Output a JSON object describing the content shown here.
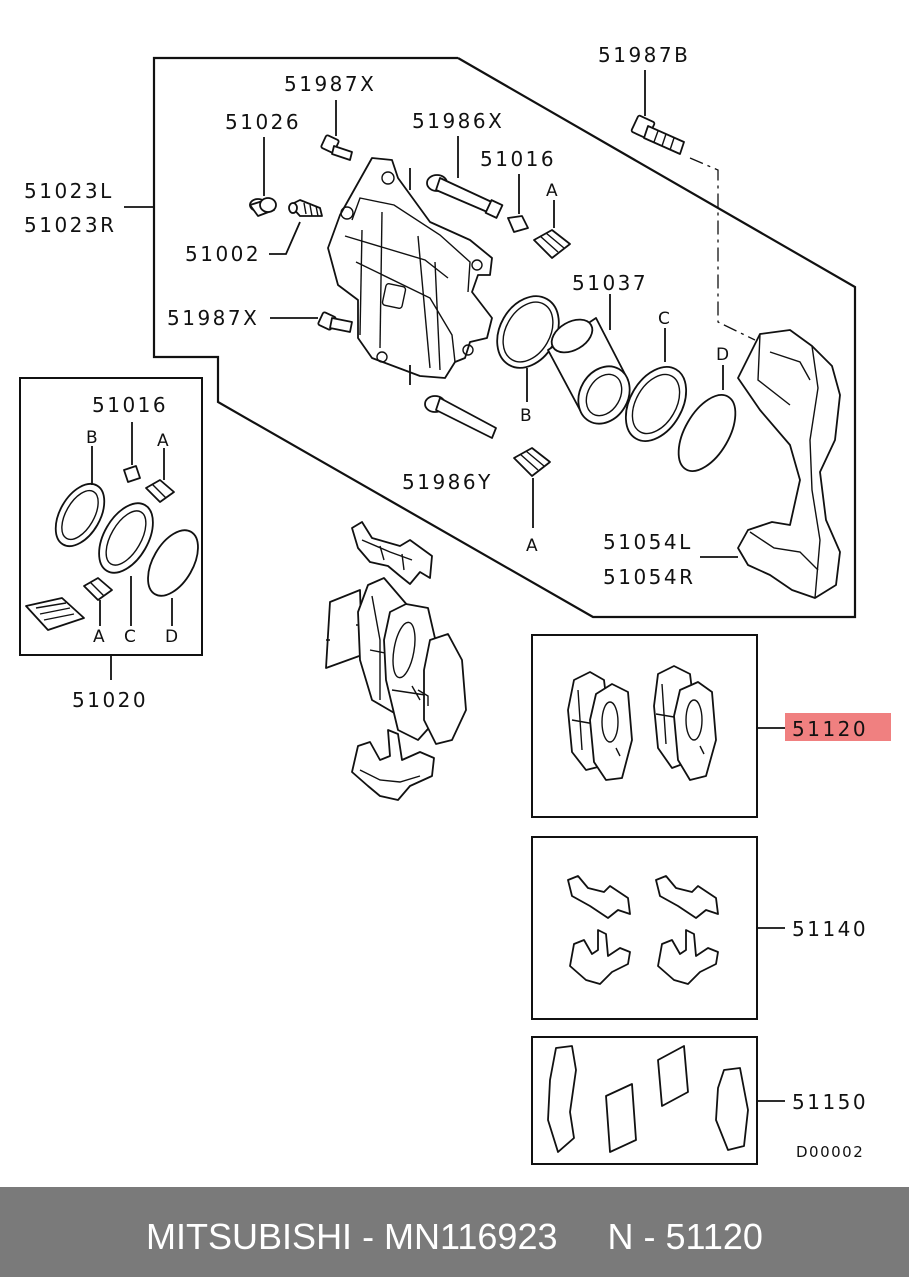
{
  "diagram": {
    "labels": {
      "p51987B": "51987B",
      "p51987X_top": "51987X",
      "p51026": "51026",
      "p51986X": "51986X",
      "p51016_top": "51016",
      "pA_top": "A",
      "p51023L": "51023L",
      "p51023R": "51023R",
      "p51002": "51002",
      "p51037": "51037",
      "pC_top": "C",
      "p51987X_mid": "51987X",
      "pD_top": "D",
      "pB_mid": "B",
      "p51986Y": "51986Y",
      "pA_mid": "A",
      "p51054L": "51054L",
      "p51054R": "51054R",
      "p51016_kit": "51016",
      "pB_kit": "B",
      "pA_kit_top": "A",
      "pA_kit_bottom": "A",
      "pC_kit": "C",
      "pD_kit": "D",
      "p51020": "51020",
      "p51120": "51120",
      "p51140": "51140",
      "p51150": "51150",
      "drawing_code": "D00002"
    },
    "highlight_color": "#f08080"
  },
  "footer": {
    "text": "MITSUBISHI - MN116923     N - 51120",
    "background": "#7a7a7a",
    "text_color": "#ffffff"
  }
}
